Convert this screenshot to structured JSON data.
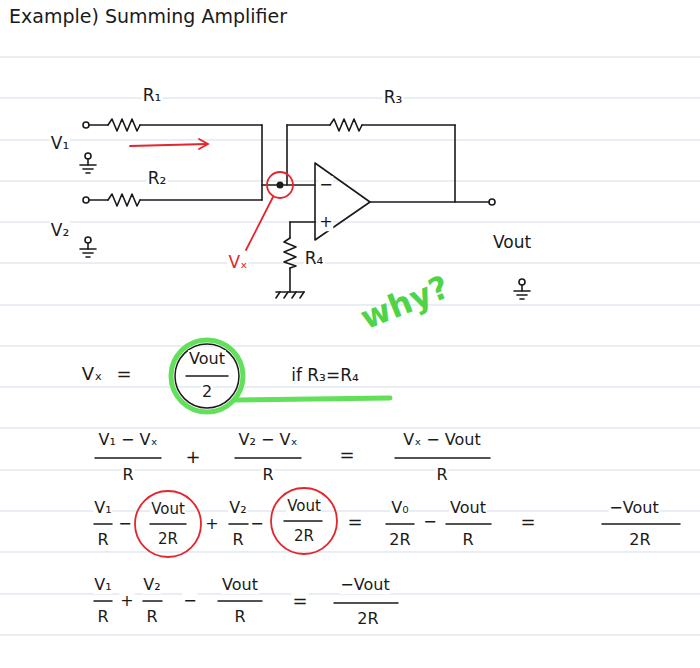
{
  "diagram": {
    "title": "Example) Summing Amplifier",
    "labels": [
      "R₁",
      "R₃",
      "V₁",
      "R₂",
      "V₂",
      "−",
      "+",
      "Vₓ",
      "R₄",
      "Vout",
      "why?",
      "Vₓ",
      "=",
      "Vout",
      "2",
      "if R₃=R₄",
      "V₁ − Vₓ",
      "R",
      "+",
      "V₂ − Vₓ",
      "R",
      "=",
      "Vₓ − Vout",
      "R",
      "V₁",
      "R",
      "−",
      "Vout",
      "2R",
      "+",
      "V₂",
      "R",
      "−",
      "Vout",
      "2R",
      "=",
      "V₀",
      "2R",
      "−",
      "Vout",
      "R",
      "=",
      "−Vout",
      "2R",
      "V₁",
      "R",
      "+",
      "V₂",
      "R",
      "−",
      "Vout",
      "R",
      "=",
      "−Vout",
      "2R"
    ]
  }
}
